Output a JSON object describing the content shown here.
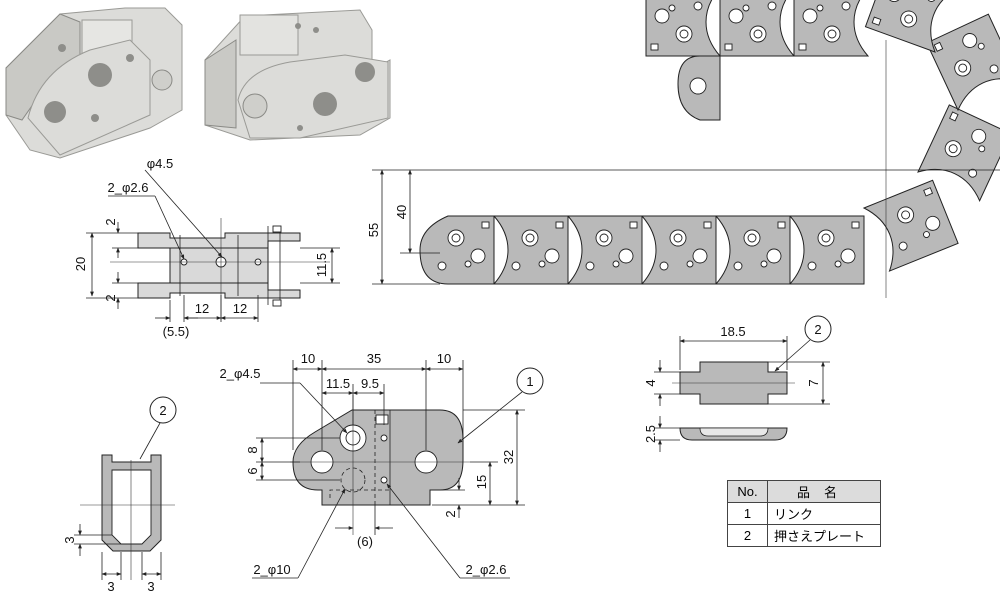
{
  "photos": {
    "photo_1": "link-photo-front",
    "photo_2": "link-photo-back"
  },
  "side_view": {
    "dim_phi45": "φ4.5",
    "dim_2phi26": "2_φ2.6",
    "dim_20": "20",
    "dim_2_top": "2",
    "dim_2_bottom": "2",
    "dim_115": "11.5",
    "dim_12_left": "12",
    "dim_12_right": "12",
    "dim_55_paren": "(5.5)"
  },
  "chain_view": {
    "dim_55": "55",
    "dim_40": "40"
  },
  "link_plan": {
    "dim_10_left": "10",
    "dim_35": "35",
    "dim_10_right": "10",
    "dim_115": "11.5",
    "dim_95": "9.5",
    "dim_2phi45": "2_φ4.5",
    "dim_8": "8",
    "dim_6": "6",
    "dim_32": "32",
    "dim_15": "15",
    "dim_2": "2",
    "dim_6_paren": "(6)",
    "dim_2phi10": "2_φ10",
    "dim_2phi26": "2_φ2.6",
    "balloon_1": "1"
  },
  "u_section": {
    "balloon_2": "2",
    "dim_3_side": "3",
    "dim_3_bottom_left": "3",
    "dim_3_bottom_right": "3"
  },
  "plate_view": {
    "dim_185": "18.5",
    "balloon_2": "2",
    "dim_4": "4",
    "dim_7": "7",
    "dim_25": "2.5"
  },
  "parts_table": {
    "header_no": "No.",
    "header_name": "品名",
    "rows": [
      {
        "no": "1",
        "name": "リンク"
      },
      {
        "no": "2",
        "name": "押さえプレート"
      }
    ]
  }
}
